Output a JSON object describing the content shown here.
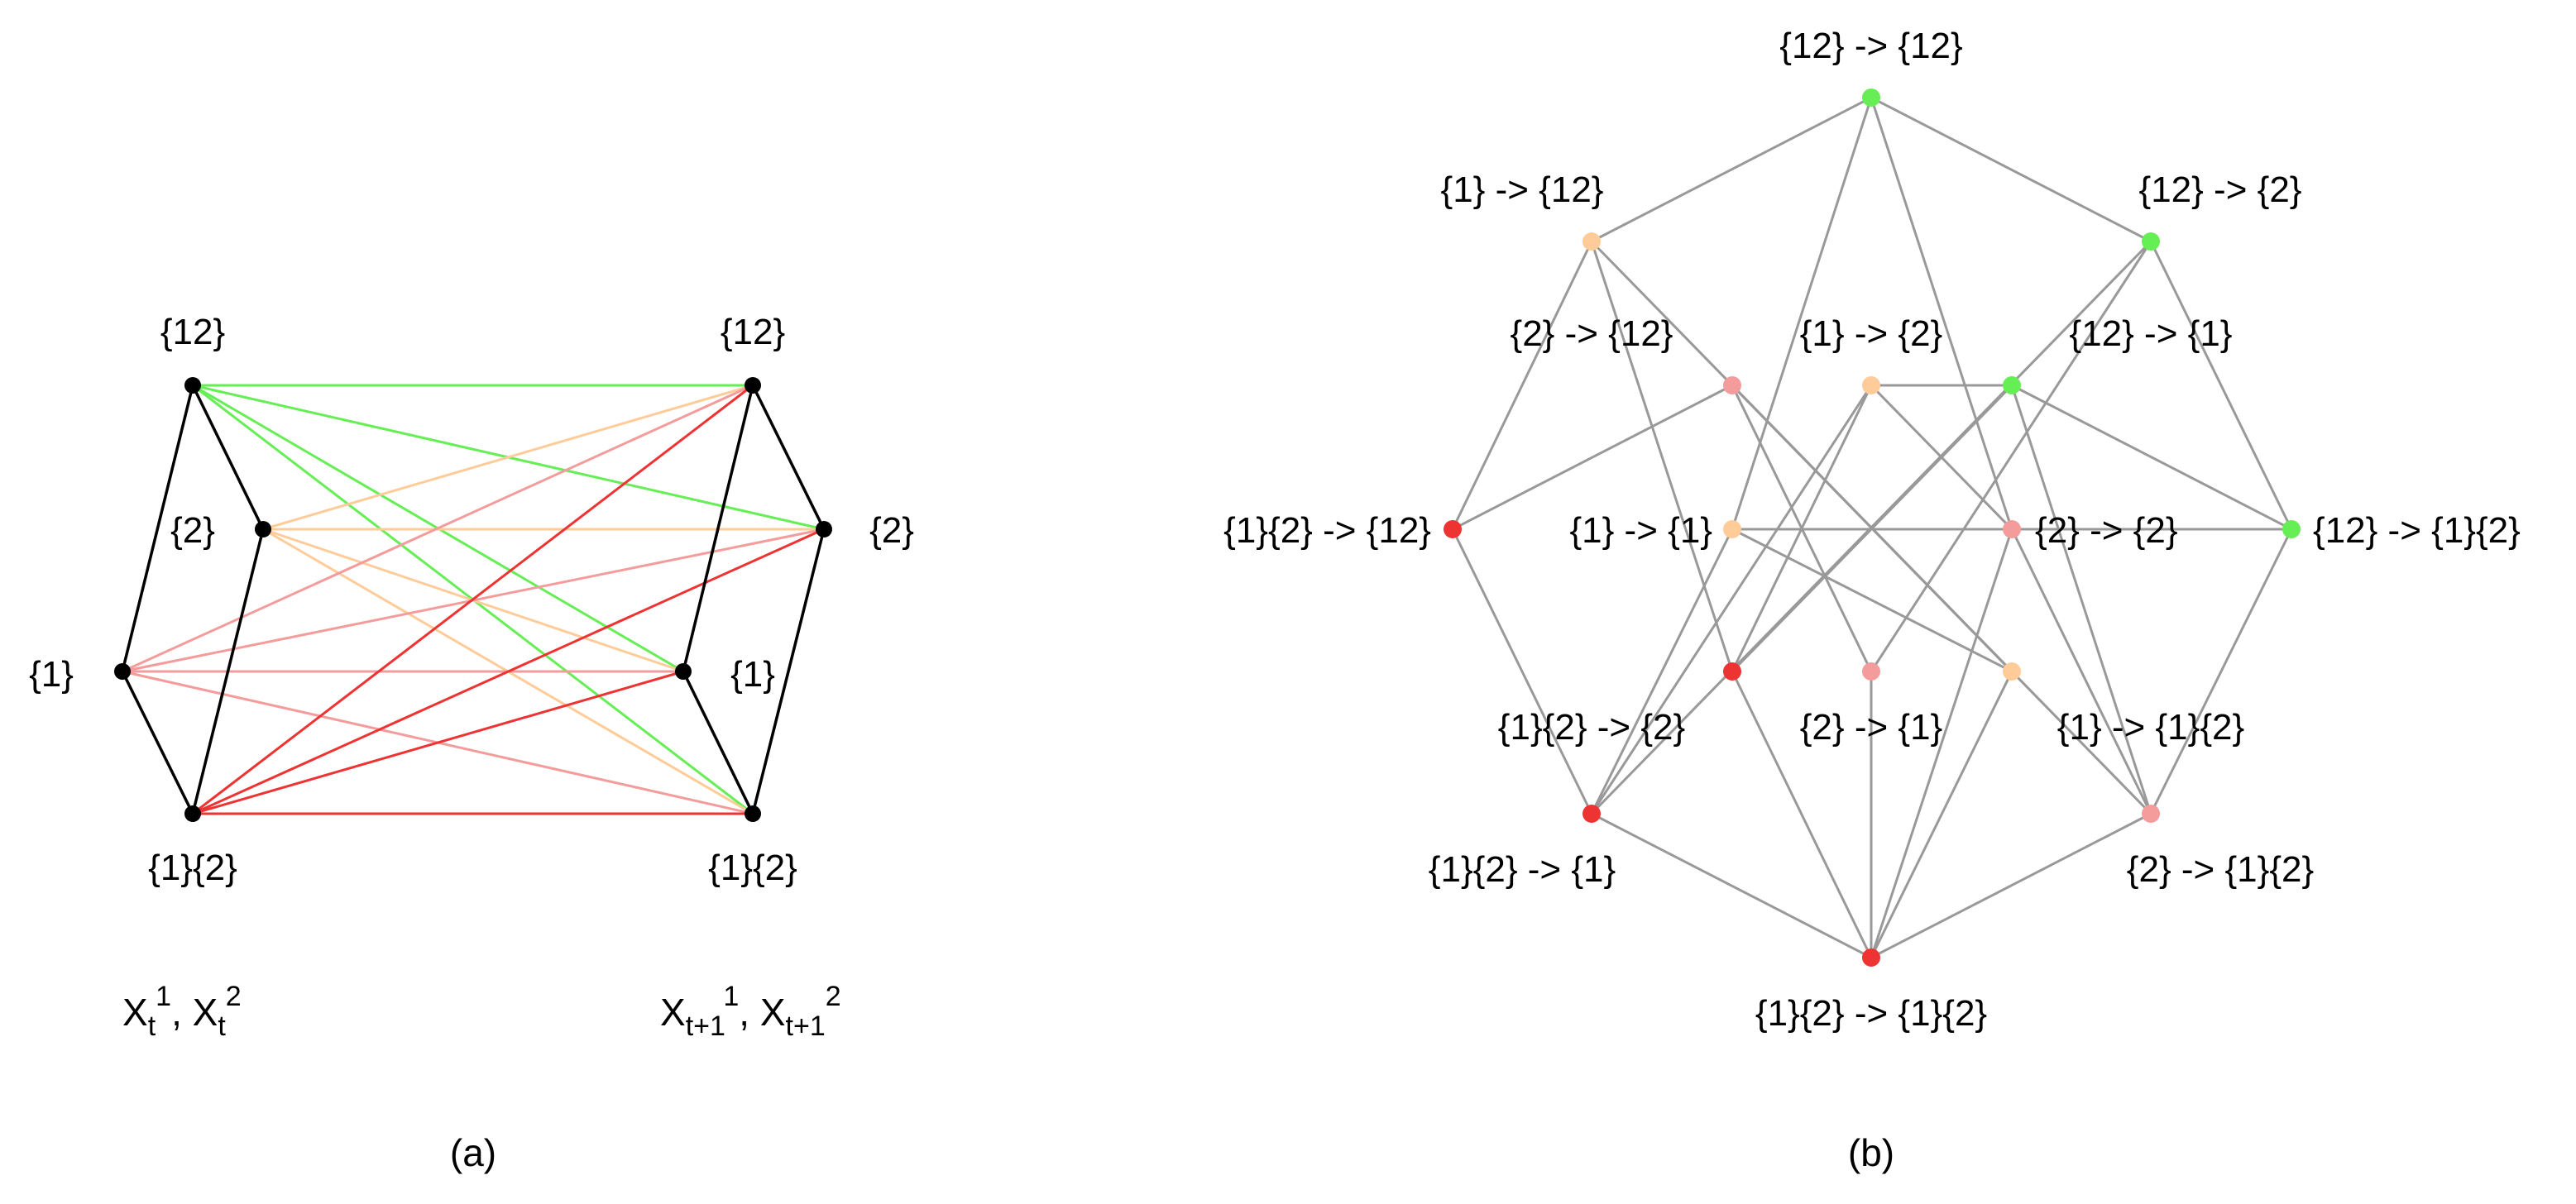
{
  "panel_a": {
    "caption": "(a)",
    "left_column_label": {
      "var": "X",
      "sub1": "t",
      "sup1": "1",
      "sep": ", ",
      "sub2": "t",
      "sup2": "2"
    },
    "right_column_label": {
      "var": "X",
      "sub1": "t+1",
      "sup1": "1",
      "sep": ", ",
      "sub2": "t+1",
      "sup2": "2"
    },
    "left_nodes": [
      {
        "id": "L12",
        "label": "{12}"
      },
      {
        "id": "L2",
        "label": "{2}"
      },
      {
        "id": "L1",
        "label": "{1}"
      },
      {
        "id": "L1_2",
        "label": "{1}{2}"
      }
    ],
    "right_nodes": [
      {
        "id": "R12",
        "label": "{12}"
      },
      {
        "id": "R2",
        "label": "{2}"
      },
      {
        "id": "R1",
        "label": "{1}"
      },
      {
        "id": "R1_2",
        "label": "{1}{2}"
      }
    ],
    "colors": {
      "green": "#66ee55",
      "orange": "#ffcc99",
      "pink": "#f49c9c",
      "red": "#ee3333",
      "node": "#000000",
      "hasse_edge": "#000000"
    }
  },
  "panel_b": {
    "caption": "(b)",
    "colors": {
      "green": "#66ee55",
      "orange": "#ffcc99",
      "pink": "#f49c9c",
      "red": "#ee3333",
      "edge": "#999999"
    },
    "nodes": [
      {
        "id": "n0",
        "label": "{12} -> {12}",
        "color": "green"
      },
      {
        "id": "n1",
        "label": "{1} -> {12}",
        "color": "orange"
      },
      {
        "id": "n2",
        "label": "{12} -> {2}",
        "color": "green"
      },
      {
        "id": "n3",
        "label": "{2} -> {12}",
        "color": "pink"
      },
      {
        "id": "n4",
        "label": "{1} -> {2}",
        "color": "orange"
      },
      {
        "id": "n5",
        "label": "{12} -> {1}",
        "color": "green"
      },
      {
        "id": "n6",
        "label": "{1}{2} -> {12}",
        "color": "red"
      },
      {
        "id": "n7",
        "label": "{1} -> {1}",
        "color": "orange"
      },
      {
        "id": "n8",
        "label": "{2} -> {2}",
        "color": "pink"
      },
      {
        "id": "n9",
        "label": "{12} -> {1}{2}",
        "color": "green"
      },
      {
        "id": "n10",
        "label": "{1}{2} -> {2}",
        "color": "red"
      },
      {
        "id": "n11",
        "label": "{2} -> {1}",
        "color": "pink"
      },
      {
        "id": "n12",
        "label": "{1} -> {1}{2}",
        "color": "orange"
      },
      {
        "id": "n13",
        "label": "{1}{2} -> {1}",
        "color": "red"
      },
      {
        "id": "n14",
        "label": "{2} -> {1}{2}",
        "color": "pink"
      },
      {
        "id": "n15",
        "label": "{1}{2} -> {1}{2}",
        "color": "red"
      }
    ]
  }
}
